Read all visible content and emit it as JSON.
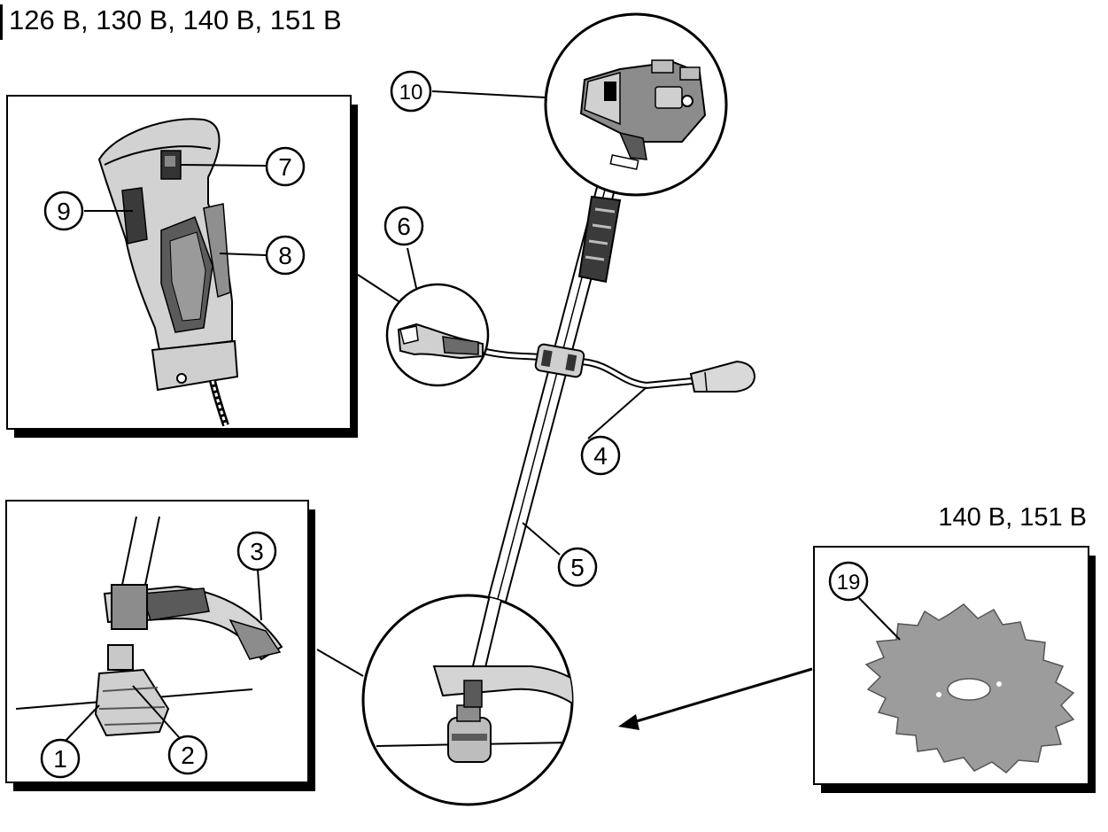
{
  "header": {
    "title": "126 B, 130 B, 140 B, 151 B"
  },
  "blade_panel": {
    "caption": "140 B, 151 B"
  },
  "callouts": {
    "c1": "1",
    "c2": "2",
    "c3": "3",
    "c4": "4",
    "c5": "5",
    "c6": "6",
    "c7": "7",
    "c8": "8",
    "c9": "9",
    "c10": "10",
    "c19": "19"
  }
}
